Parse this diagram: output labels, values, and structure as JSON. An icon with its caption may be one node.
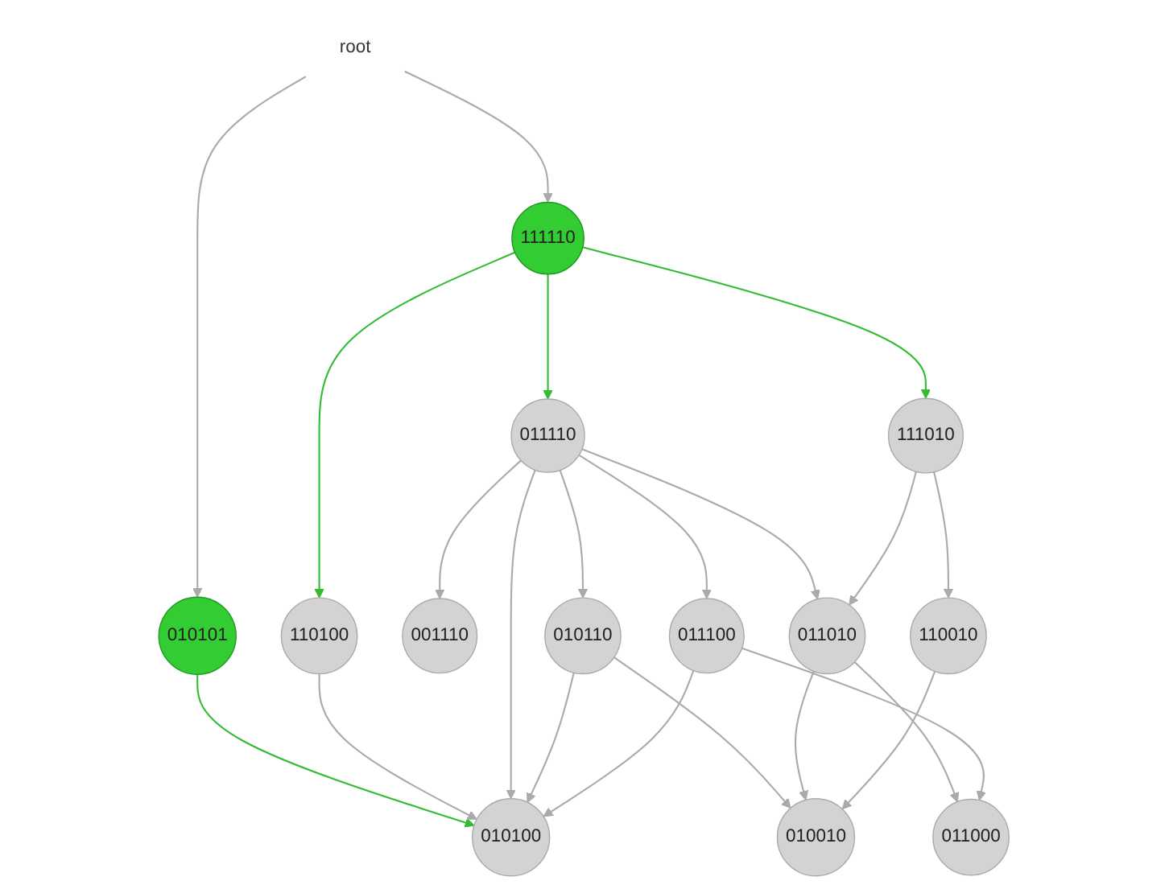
{
  "diagram": {
    "nodes": [
      {
        "text": [
          "root"
        ]
      },
      {
        "text": [
          "010101"
        ]
      },
      {
        "text": [
          "111110"
        ]
      },
      {
        "text": [
          "110100"
        ]
      },
      {
        "text": [
          "011110"
        ]
      },
      {
        "text": [
          "111010"
        ]
      },
      {
        "text": [
          "001110"
        ]
      },
      {
        "text": [
          "010110"
        ]
      },
      {
        "text": [
          "011010"
        ]
      },
      {
        "text": [
          "011100"
        ]
      },
      {
        "text": [
          "110010"
        ]
      },
      {
        "text": [
          "010100"
        ]
      },
      {
        "text": [
          "010010"
        ]
      },
      {
        "text": [
          "011000"
        ]
      }
    ],
    "edges": [
      {
        "from": 0,
        "to": 1,
        "arrow": "to"
      },
      {
        "from": 0,
        "to": 2,
        "arrow": "to"
      },
      {
        "from": 2,
        "to": 3,
        "arrow": "to",
        "color": "#33bb33"
      },
      {
        "from": 2,
        "to": 4,
        "arrow": "to",
        "color": "#33bb33"
      },
      {
        "from": 2,
        "to": 5,
        "arrow": "to",
        "color": "#33bb33"
      },
      {
        "from": 1,
        "to": 11,
        "arrow": "to",
        "color": "#33bb33"
      },
      {
        "from": 3,
        "to": 11,
        "arrow": "to"
      },
      {
        "from": 4,
        "to": 6,
        "arrow": "to"
      },
      {
        "from": 4,
        "to": 7,
        "arrow": "to"
      },
      {
        "from": 4,
        "to": 11,
        "arrow": "to"
      },
      {
        "from": 4,
        "to": 8,
        "arrow": "to"
      },
      {
        "from": 4,
        "to": 9,
        "arrow": "to"
      },
      {
        "from": 5,
        "to": 8,
        "arrow": "to"
      },
      {
        "from": 5,
        "to": 10,
        "arrow": "to"
      },
      {
        "from": 7,
        "to": 11,
        "arrow": "to"
      },
      {
        "from": 7,
        "to": 12,
        "arrow": "to"
      },
      {
        "from": 8,
        "to": 12,
        "arrow": "to"
      },
      {
        "from": 8,
        "to": 13,
        "arrow": "to"
      },
      {
        "from": 9,
        "to": 11,
        "arrow": "to"
      },
      {
        "from": 9,
        "to": 13,
        "arrow": "to"
      },
      {
        "from": 10,
        "to": 12,
        "arrow": "to"
      }
    ]
  }
}
